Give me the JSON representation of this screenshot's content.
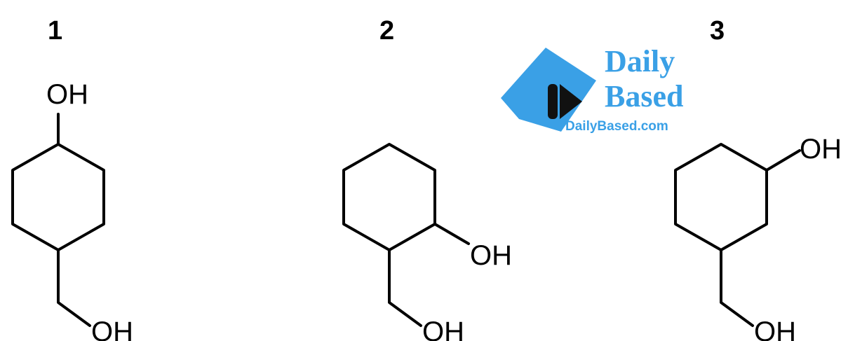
{
  "compounds": [
    {
      "number": "1",
      "labels": [
        "OH",
        "OH"
      ]
    },
    {
      "number": "2",
      "labels": [
        "OH",
        "OH"
      ]
    },
    {
      "number": "3",
      "labels": [
        "OH",
        "OH"
      ]
    }
  ],
  "watermark": {
    "word1": "Daily",
    "word2": "Based",
    "url": "DailyBased.com",
    "color": "#3aa0e6"
  }
}
